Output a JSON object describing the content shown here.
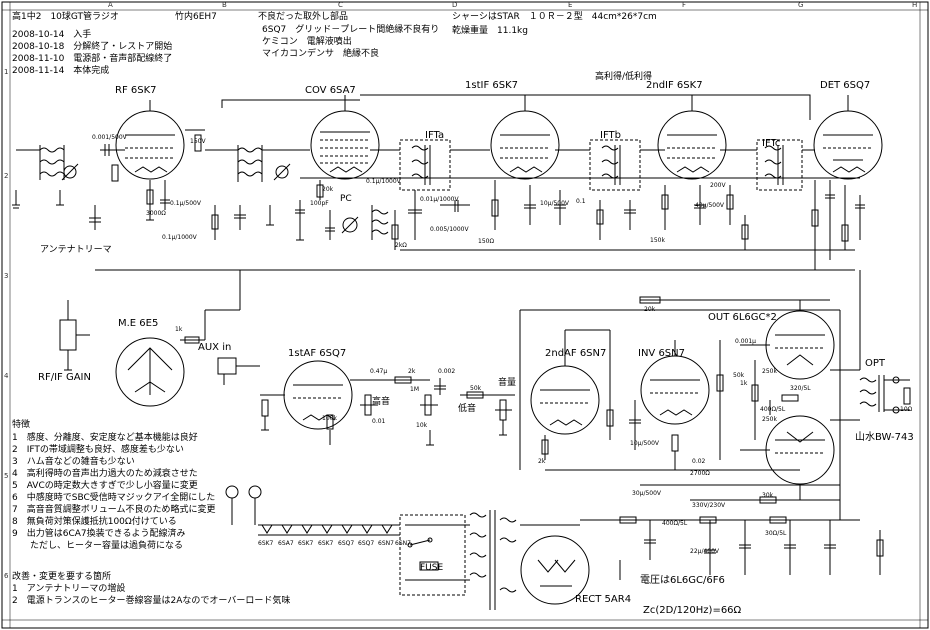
{
  "header": {
    "title": "高1中2　10球GT管ラジオ",
    "author": "竹内6EH7",
    "history": [
      "2008-10-14　入手",
      "2008-10-18　分解終了・レストア開始",
      "2008-11-10　電源部・音声部配線終了",
      "2008-11-14　本体完成"
    ],
    "bad_parts_title": "不良だった取外し部品",
    "bad_parts": [
      "6SQ7　グリッド－プレート間絶縁不良有り",
      "ケミコン　電解液噴出",
      "マイカコンデンサ　絶縁不良"
    ],
    "chassis": "シャーシはSTAR　１０Ｒ－２型　44cm*26*7cm",
    "weight": "乾燥重量　11.1kg"
  },
  "grid_labels": {
    "top": [
      "A",
      "B",
      "C",
      "D",
      "E",
      "F",
      "G",
      "H"
    ],
    "side": [
      "1",
      "2",
      "3",
      "4",
      "5",
      "6"
    ]
  },
  "stages": {
    "rf": "RF 6SK7",
    "cov": "COV 6SA7",
    "if1": "1stIF 6SK7",
    "if2": "2ndIF 6SK7",
    "det": "DET 6SQ7",
    "me": "M.E 6E5",
    "af1": "1stAF 6SQ7",
    "af2": "2ndAF 6SN7",
    "inv": "INV 6SN7",
    "out": "OUT 6L6GC*2",
    "rect": "RECT 5AR4"
  },
  "labels": {
    "ifta": "IFTa",
    "iftb": "IFTb",
    "iftc": "IFTc",
    "gain_sel": "高利得/低利得",
    "antenna_trimmer": "アンテナトリーマ",
    "rf_if_gain": "RF/IF GAIN",
    "aux_in": "AUX in",
    "treble": "高音",
    "bass": "低音",
    "volume": "音量",
    "opt": "OPT",
    "opt_model": "山水BW-743",
    "plate_voltage": "電圧は6L6GC/6F6",
    "ripple": "Zc(2D/120Hz)=66Ω",
    "fuse": "FUSE",
    "pc": "PC"
  },
  "heaters": [
    "6SK7",
    "6SA7",
    "6SK7",
    "6SK7",
    "6SQ7",
    "6SQ7",
    "6SN7",
    "6SN7"
  ],
  "component_values": [
    "0.001/500V",
    "150V",
    "3000Ω",
    "0.1μ/500V",
    "0.1μ/1000V",
    "20k",
    "100pF",
    "0.1μ/1000V",
    "150Ω",
    "0.01μ/1000V",
    "0.005/1000V",
    "0.1",
    "2kΩ",
    "150k",
    "10μ/500V",
    "200V",
    "0.47μ",
    "2k",
    "0.002",
    "1M",
    "0.01",
    "10k",
    "50k",
    "1k",
    "40μ/500V",
    "10μ/500V",
    "2700Ω",
    "2k",
    "250k",
    "20k",
    "0.02",
    "30μ/500V",
    "30k",
    "330V/230V",
    "1k",
    "100k",
    "0.001μ",
    "250k",
    "320/5L",
    "400Ω/5L",
    "50k",
    "22μ/400V",
    "400Ω/5L",
    "30Ω/5L",
    "10Ω"
  ],
  "features_title": "特徴",
  "features": [
    "1　感度、分離度、安定度など基本機能は良好",
    "2　IFTの帯域調整も良好、感度差も少ない",
    "3　ハム音などの雑音も少ない",
    "4　高利得時の音声出力過大のため減衰させた",
    "5　AVCの時定数大きすぎで少し小容量に変更",
    "6　中感度時でSBC受信時マジックアイ全開にした",
    "7　高音音質調整ボリューム不良のため略式に変更",
    "8　無負荷対策保護抵抗100Ω付けている",
    "9　出力管は6CA7換装できるよう配線済み",
    "　　ただし、ヒーター容量は過負荷になる"
  ],
  "improve_title": "改善・変更を要する箇所",
  "improve": [
    "1　アンテナトリーマの増設",
    "2　電源トランスのヒーター巻線容量は2Aなのでオーバーロード気味"
  ],
  "colors": {
    "ink": "#000000",
    "paper": "#ffffff"
  }
}
